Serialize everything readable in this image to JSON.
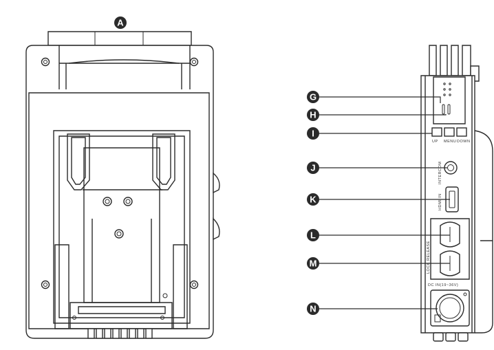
{
  "callouts": {
    "a": "A",
    "g": "G",
    "h": "H",
    "i": "I",
    "j": "J",
    "k": "K",
    "l": "L",
    "m": "M",
    "n": "N"
  },
  "port_labels": {
    "up": "UP",
    "menu": "MENU",
    "down": "DOWN",
    "intercom": "INTERCOM",
    "hdmi_in": "HDMI IN",
    "lock_release": "LOCK RELEASE",
    "dc_in": "DC IN(19~36V)"
  },
  "colors": {
    "line": "#2b2b2b",
    "badge": "#2b2b2b",
    "badge_text": "#ffffff"
  }
}
